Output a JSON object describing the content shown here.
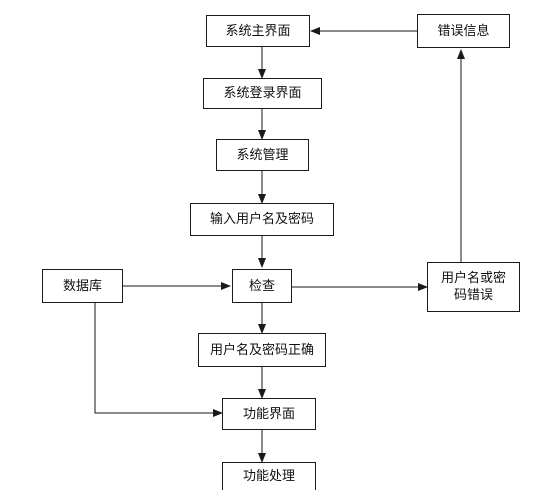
{
  "diagram": {
    "nodes": {
      "main_ui": "系统主界面",
      "login_ui": "系统登录界面",
      "sys_manage": "系统管理",
      "input_cred": "输入用户名及密码",
      "check": "检查",
      "database": "数据库",
      "cred_wrong": "用户名或密码错误",
      "error_info": "错误信息",
      "cred_correct": "用户名及密码正确",
      "func_ui": "功能界面",
      "func_proc": "功能处理"
    },
    "edges": [
      {
        "from": "main_ui",
        "to": "login_ui"
      },
      {
        "from": "login_ui",
        "to": "sys_manage"
      },
      {
        "from": "sys_manage",
        "to": "input_cred"
      },
      {
        "from": "input_cred",
        "to": "check"
      },
      {
        "from": "database",
        "to": "check"
      },
      {
        "from": "check",
        "to": "cred_wrong"
      },
      {
        "from": "cred_wrong",
        "to": "error_info"
      },
      {
        "from": "error_info",
        "to": "main_ui"
      },
      {
        "from": "check",
        "to": "cred_correct"
      },
      {
        "from": "cred_correct",
        "to": "func_ui"
      },
      {
        "from": "database",
        "to": "func_ui"
      },
      {
        "from": "func_ui",
        "to": "func_proc"
      }
    ]
  }
}
